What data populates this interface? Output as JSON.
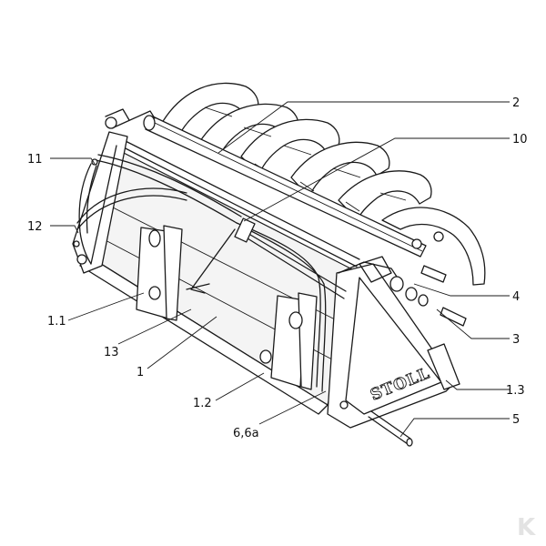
{
  "diagram": {
    "brand_text": "STOLL",
    "watermark_text": "K",
    "callouts": {
      "c2": "2",
      "c10": "10",
      "c11": "11",
      "c12": "12",
      "c4": "4",
      "c3": "3",
      "c1_1": "1.1",
      "c13": "13",
      "c1": "1",
      "c1_3": "1.3",
      "c1_2": "1.2",
      "c5": "5",
      "c6": "6,6a"
    }
  }
}
